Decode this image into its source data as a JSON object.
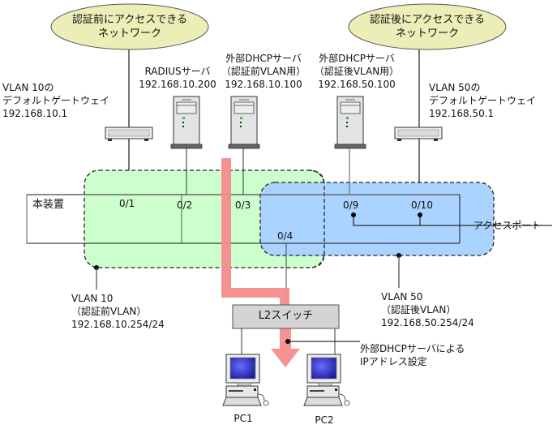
{
  "clouds": {
    "pre_auth": {
      "line1": "認証前にアクセスできる",
      "line2": "ネットワーク"
    },
    "post_auth": {
      "line1": "認証後にアクセスできる",
      "line2": "ネットワーク"
    }
  },
  "gateways": {
    "vlan10": {
      "line1": "VLAN 10の",
      "line2": "デフォルトゲートウェイ",
      "line3": "192.168.10.1"
    },
    "vlan50": {
      "line1": "VLAN 50の",
      "line2": "デフォルトゲートウェイ",
      "line3": "192.168.50.1"
    }
  },
  "servers": {
    "radius": {
      "line1": "RADIUSサーバ",
      "line2": "192.168.10.200"
    },
    "dhcp_pre": {
      "line1": "外部DHCPサーバ",
      "line2": "（認証前VLAN用）",
      "line3": "192.168.10.100"
    },
    "dhcp_post": {
      "line1": "外部DHCPサーバ",
      "line2": "（認証後VLAN用）",
      "line3": "192.168.50.100"
    }
  },
  "device": {
    "label": "本装置"
  },
  "ports": [
    "0/1",
    "0/2",
    "0/3",
    "0/4",
    "0/9",
    "0/10"
  ],
  "access_port_label": "アクセスポート",
  "vlans": {
    "vlan10": {
      "line1": "VLAN 10",
      "line2": "（認証前VLAN）",
      "line3": "192.168.10.254/24"
    },
    "vlan50": {
      "line1": "VLAN 50",
      "line2": "（認証後VLAN）",
      "line3": "192.168.50.254/24"
    }
  },
  "l2switch": {
    "label": "L2スイッチ"
  },
  "dhcp_note": {
    "line1": "外部DHCPサーバによる",
    "line2": "IPアドレス設定"
  },
  "pcs": [
    "PC1",
    "PC2"
  ],
  "colors": {
    "cloud_fill": "#ededb8",
    "vlan10_fill": "#ccffcc",
    "vlan50_fill": "#aad4ff",
    "arrow": "#f48c8c",
    "switch_fill": "#d4d4d4",
    "screen": "#3a3ac8"
  }
}
